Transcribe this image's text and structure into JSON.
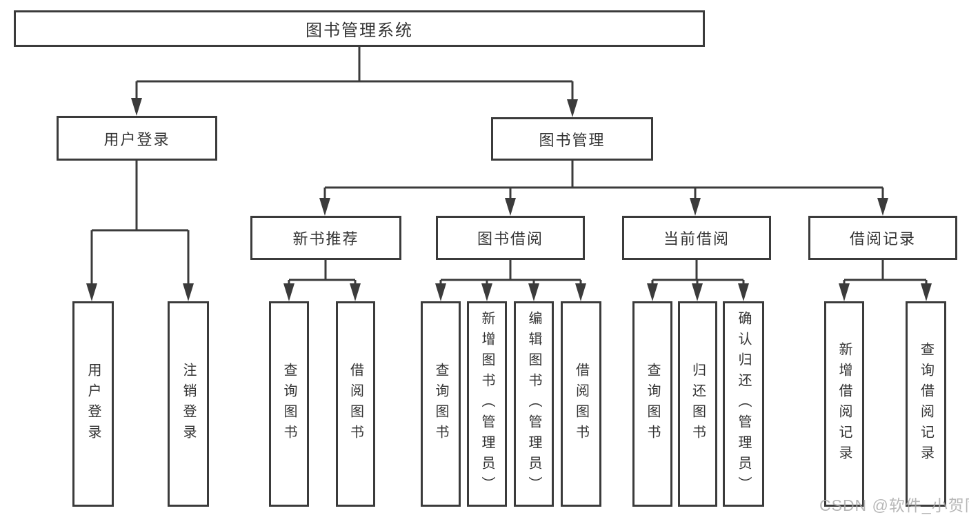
{
  "nodes": {
    "root": "图书管理系统",
    "login": {
      "label": "用户登录",
      "children": [
        "用户登录",
        "注销登录"
      ]
    },
    "mgmt": {
      "label": "图书管理",
      "modules": [
        {
          "label": "新书推荐",
          "children": [
            "查询图书",
            "借阅图书"
          ]
        },
        {
          "label": "图书借阅",
          "children": [
            "查询图书",
            "新增图书（管理员）",
            "编辑图书（管理员）",
            "借阅图书"
          ]
        },
        {
          "label": "当前借阅",
          "children": [
            "查询图书",
            "归还图书",
            "确认归还（管理员）"
          ]
        },
        {
          "label": "借阅记录",
          "children": [
            "新增借阅记录",
            "查询借阅记录"
          ]
        }
      ]
    }
  },
  "watermark": "CSDN @软件_小贺同学",
  "colors": {
    "line": "#3b3b3b",
    "text": "#333333",
    "watermark": "#aaaaaa"
  }
}
